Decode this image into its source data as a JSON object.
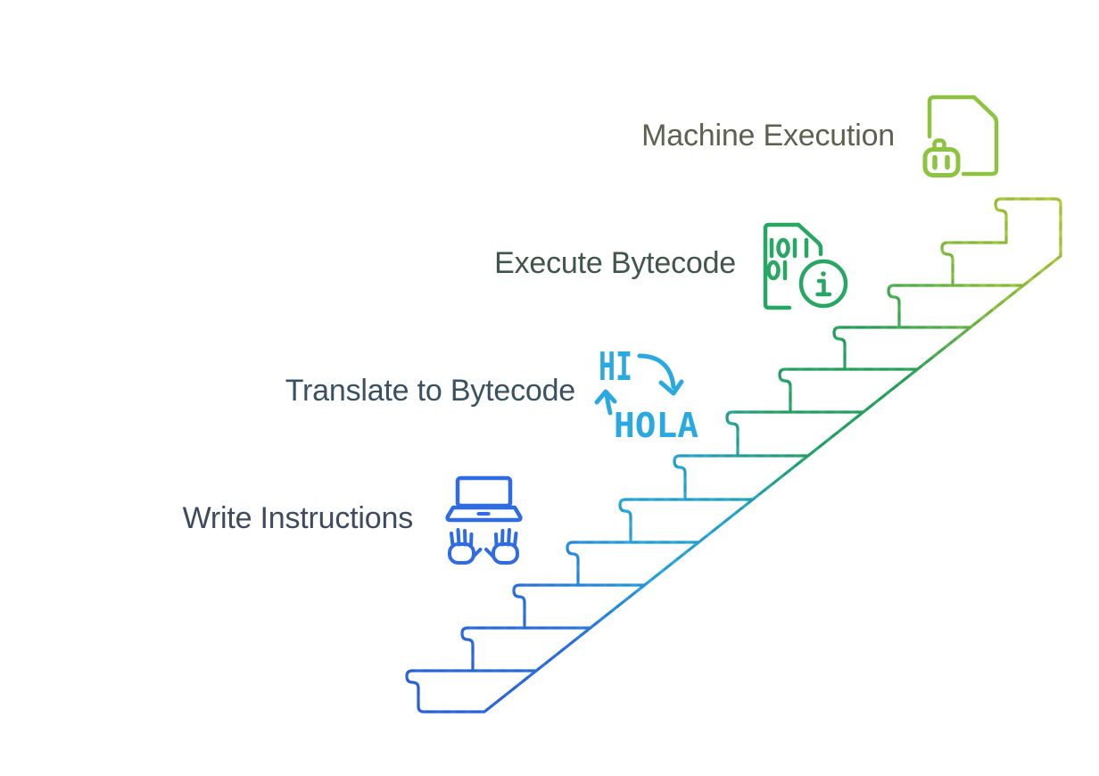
{
  "background_color": "#ffffff",
  "staircase": {
    "style": "outlined ascending steps with diagonal stringer",
    "gradient_colors": [
      "#2b63df",
      "#2e72e6",
      "#29a9e1",
      "#27a76a",
      "#8cc43f",
      "#b6ce33"
    ]
  },
  "steps": [
    {
      "order": 1,
      "label": "Write Instructions",
      "label_color": "#3e4a5e",
      "icon": "laptop-typing-hands-icon",
      "icon_color": "#2e6be4"
    },
    {
      "order": 2,
      "label": "Translate to Bytecode",
      "label_color": "#3a5161",
      "icon": "translation-words-arrows-icon",
      "icon_color": "#2aa9e1",
      "word_top": "HI",
      "word_bottom": "HOLA"
    },
    {
      "order": 3,
      "label": "Execute Bytecode",
      "label_color": "#40554b",
      "icon": "binary-file-info-icon",
      "icon_color": "#27a763",
      "binary_row1": "1011",
      "binary_row2": "01"
    },
    {
      "order": 4,
      "label": "Machine Execution",
      "label_color": "#5d6150",
      "icon": "robot-file-icon",
      "icon_color": "#8cc43f"
    }
  ]
}
